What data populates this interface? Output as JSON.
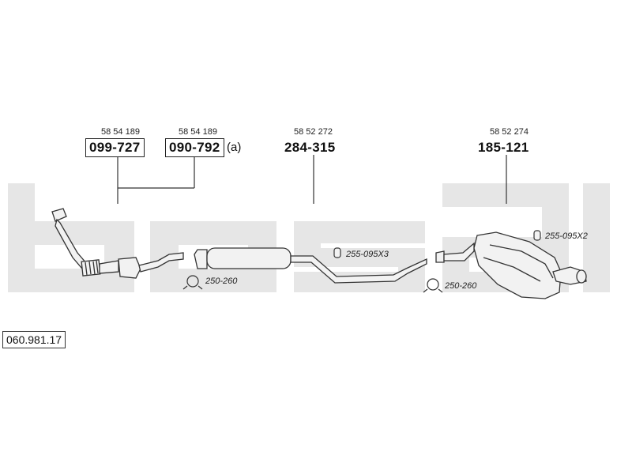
{
  "brand_watermark": "bosal",
  "reference_number": "060.981.17",
  "parts": [
    {
      "oem": "58 54 189",
      "part_no": "099-727",
      "suffix": ""
    },
    {
      "oem": "58 54 189",
      "part_no": "090-792",
      "suffix": "(a)"
    },
    {
      "oem": "58 52 272",
      "part_no": "284-315",
      "suffix": ""
    },
    {
      "oem": "58 52 274",
      "part_no": "185-121",
      "suffix": ""
    }
  ],
  "clamps": [
    {
      "label": "250-260",
      "icon": "pipe-clamp-icon"
    },
    {
      "label": "255-095X3",
      "icon": "rubber-hanger-icon"
    },
    {
      "label": "250-260",
      "icon": "pipe-clamp-icon"
    },
    {
      "label": "255-095X2",
      "icon": "rubber-hanger-icon"
    }
  ],
  "colors": {
    "watermark": "#e6e6e6",
    "line": "#333333",
    "part_fill": "#f2f2f2"
  }
}
